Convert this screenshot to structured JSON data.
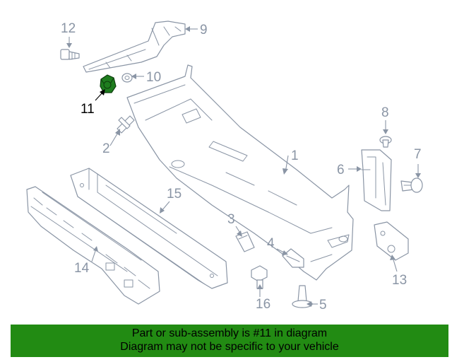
{
  "callouts": [
    {
      "num": "1"
    },
    {
      "num": "2"
    },
    {
      "num": "3"
    },
    {
      "num": "4"
    },
    {
      "num": "5"
    },
    {
      "num": "6"
    },
    {
      "num": "7"
    },
    {
      "num": "8"
    },
    {
      "num": "9"
    },
    {
      "num": "10"
    },
    {
      "num": "11"
    },
    {
      "num": "12"
    },
    {
      "num": "13"
    },
    {
      "num": "14"
    },
    {
      "num": "15"
    },
    {
      "num": "16"
    }
  ],
  "highlighted_part": "11",
  "colors": {
    "highlight": "#1e7d1e",
    "banner": "#228b13",
    "line_art": "#8a95a5"
  },
  "banner": {
    "line1": "Part or sub-assembly is #11 in diagram",
    "line2": "Diagram may not be specific to your vehicle"
  }
}
